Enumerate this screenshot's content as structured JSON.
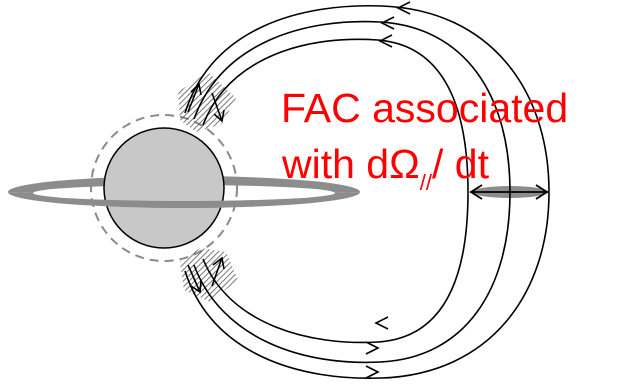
{
  "annotation": {
    "line1": "FAC associated",
    "line2_prefix": "with d",
    "omega": "Ω",
    "subscript": "//",
    "line2_suffix": "/ dt",
    "color": "#ff0000"
  },
  "colors": {
    "planet_fill": "#c8c8c8",
    "planet_outline": "#000000",
    "ring": "#8c8c8c",
    "boundary": "#8a8a8a",
    "field_lines": "#000000",
    "equatorial_patch": "#8c8c8c"
  },
  "icons": [
    "saturn-planet",
    "magnetic-field-lines",
    "current-arrows",
    "hatched-auroral-regions"
  ]
}
